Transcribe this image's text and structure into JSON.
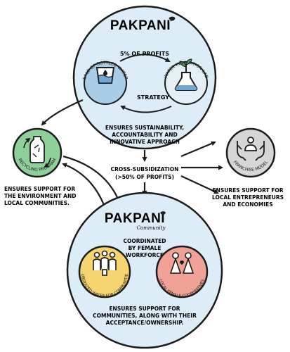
{
  "top_circle": {
    "brand": "PAKPANI",
    "profit_label": "5% OF PROFITS",
    "strategy_label": "STRATEGY",
    "left_node_label": "SALE OF BOTTLED WATER",
    "right_node_label": "WATER INNOVATION LAB",
    "caption_lines": [
      "ENSURES SUSTAINABILITY,",
      "ACCOUNTABILITY AND",
      "INNOVATIVE APPROACH"
    ]
  },
  "center": {
    "subsidy_lines": [
      "CROSS-SUBSIDIZATION",
      "(>50% OF PROFITS)"
    ]
  },
  "recycling": {
    "node_label": "RECYCLING PROGRAM",
    "caption_lines": [
      "ENSURES SUPPORT FOR",
      "THE ENVIRONMENT AND",
      "LOCAL COMMUNITIES."
    ]
  },
  "franchise": {
    "node_label": "FRANCHISE MODEL",
    "caption_lines": [
      "ENSURES SUPPORT FOR",
      "LOCAL ENTREPRENEURS",
      "AND ECONOMIES"
    ]
  },
  "bottom_circle": {
    "brand": "PAKPANI",
    "brand_sub": "Community",
    "coordinated_lines": [
      "COORDINATED",
      "BY FEMALE",
      "WORKFORCE"
    ],
    "left_node_label": "SUBSIDIZED WATER FOR COMMUNITIES",
    "right_node_label": "LOCAL FEMALE COOPERATIVES",
    "caption_lines": [
      "ENSURES SUPPORT FOR",
      "COMMUNITIES, ALONG WITH THEIR",
      "ACCEPTANCE/OWNERSHIP."
    ]
  },
  "colors": {
    "big_circle_fill": "#dcedf7",
    "outline": "#1c1c1c",
    "water_node": "#a9cde6",
    "lab_node": "#e4eef4",
    "recycle_node": "#8fcf9a",
    "franchise_node": "#d6d6d6",
    "subsidy_node": "#f6d571",
    "coop_node": "#f0a297"
  }
}
